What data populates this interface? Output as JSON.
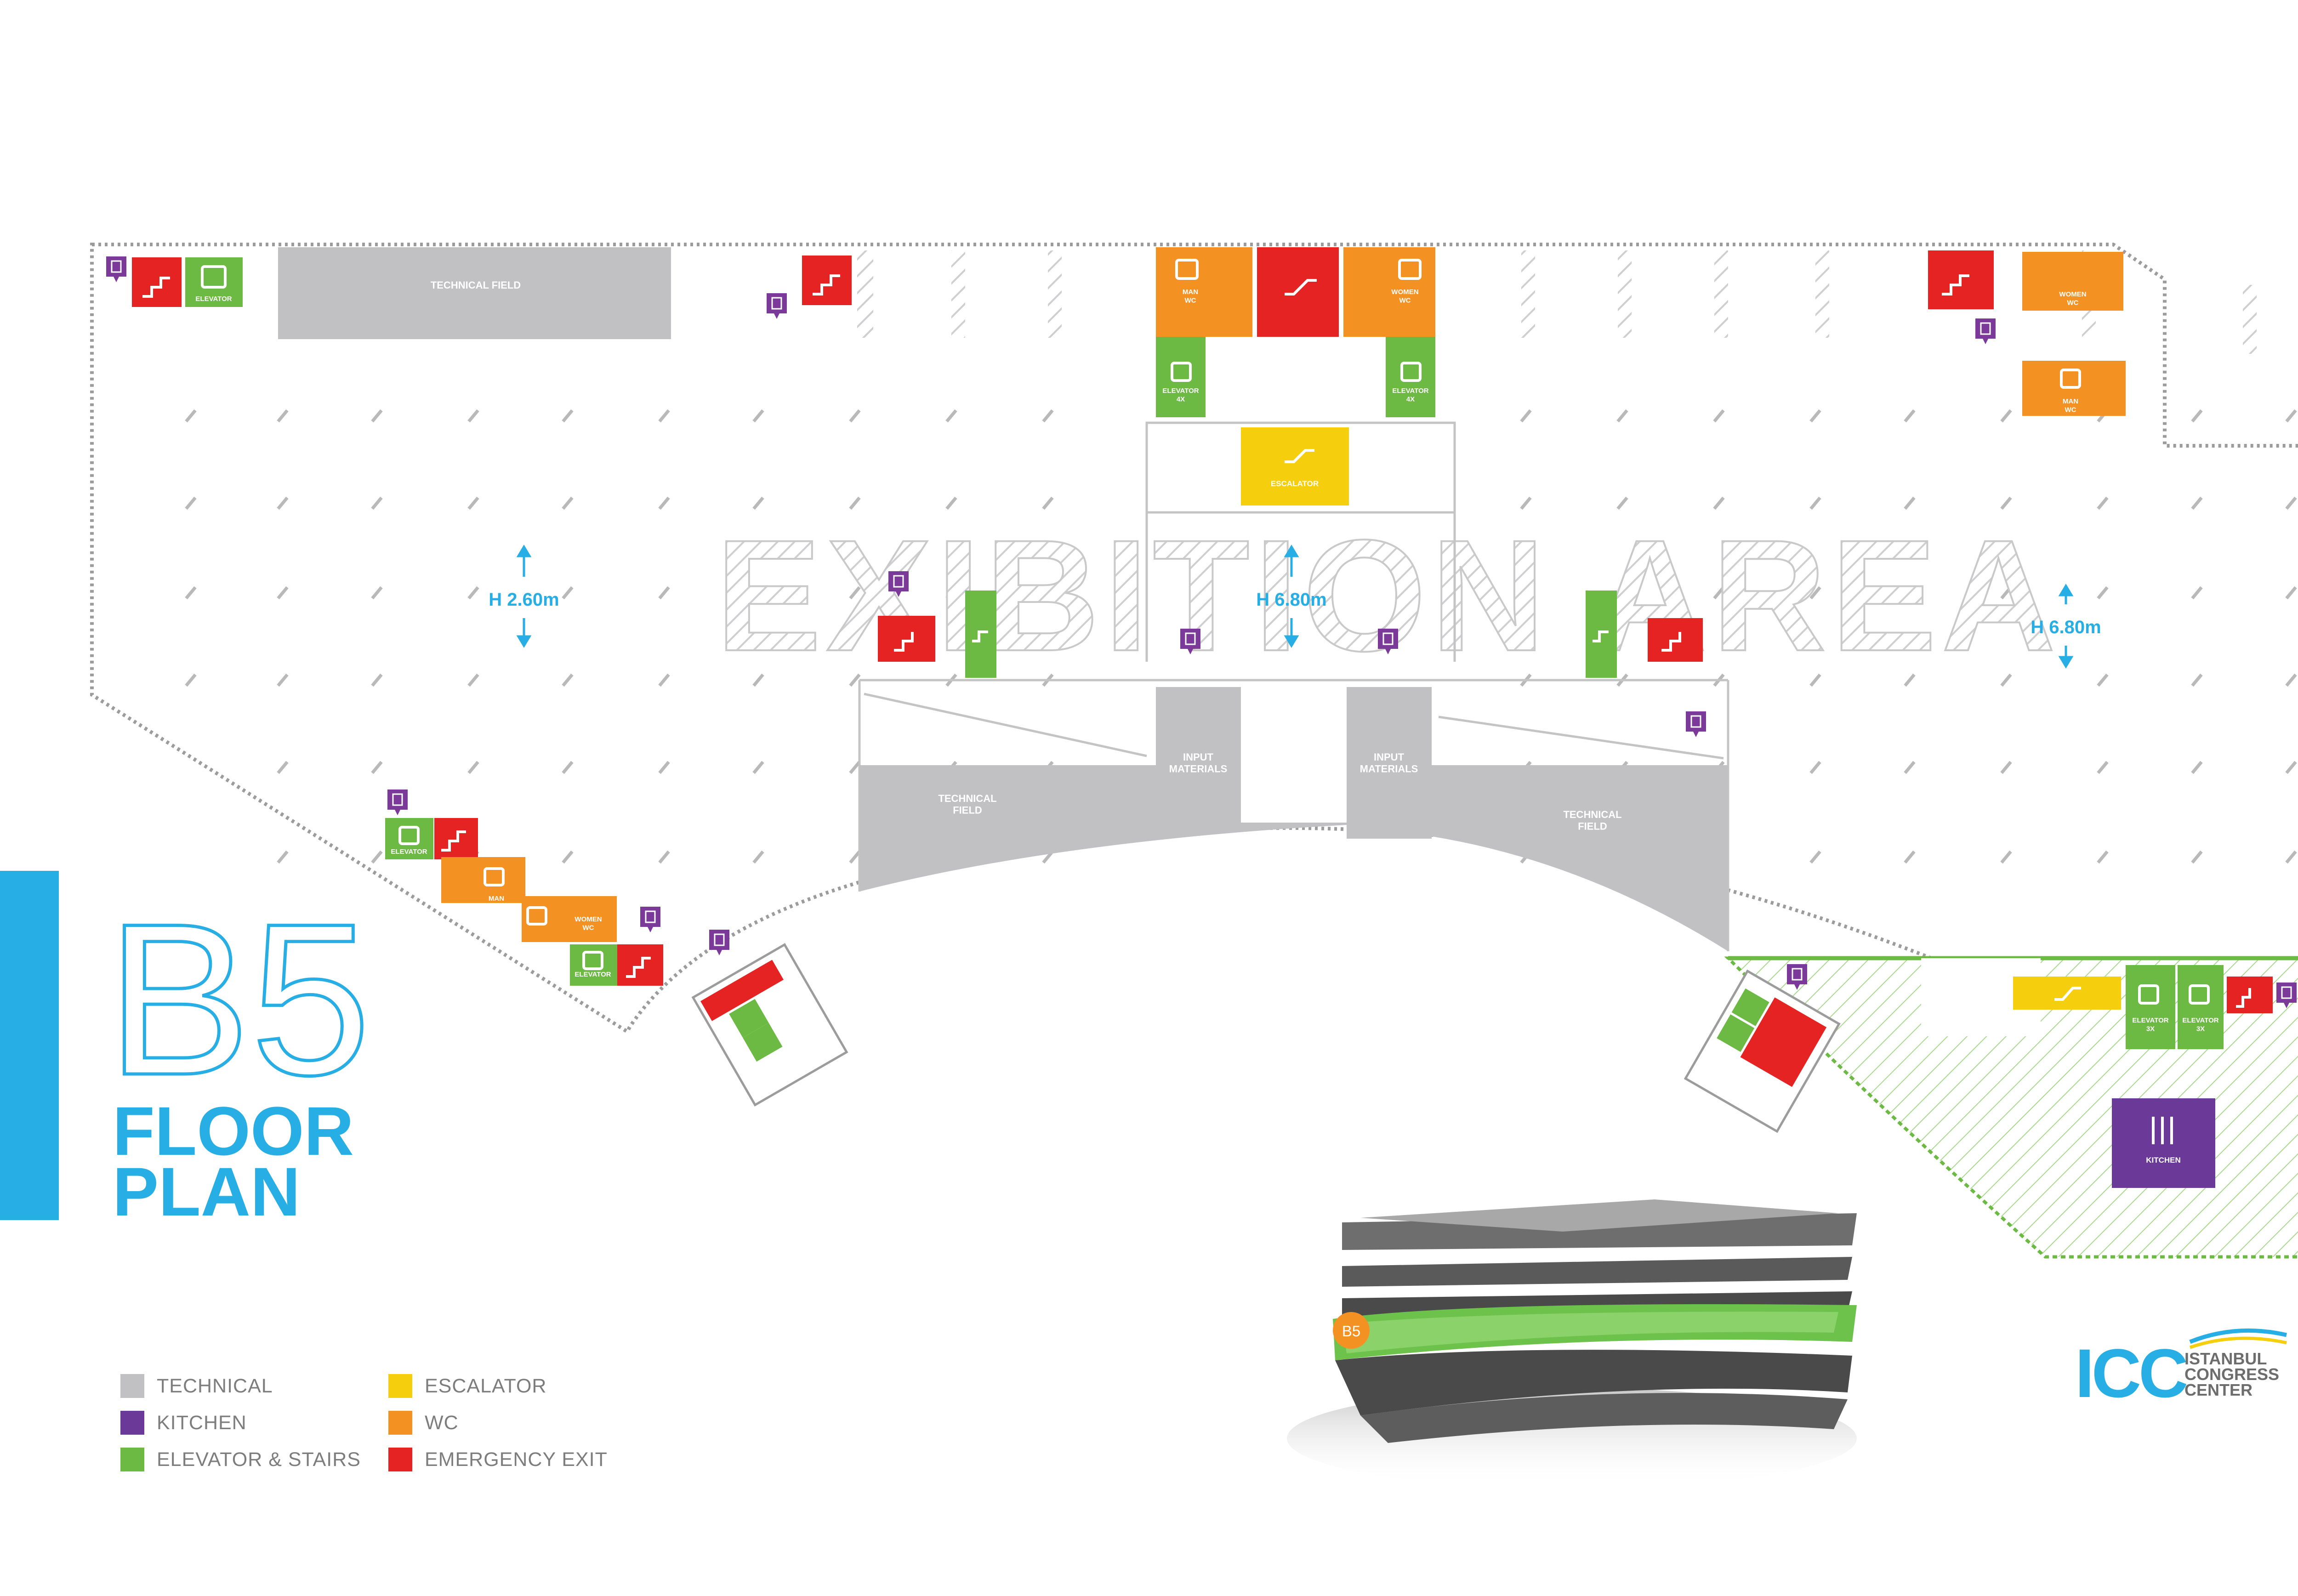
{
  "title": {
    "floor": "B5",
    "subtitle_line1": "FLOOR",
    "subtitle_line2": "PLAN"
  },
  "watermark": "EXIBITION AREA",
  "height_labels": [
    "H 2.60m",
    "H 6.80m",
    "H 6.80m"
  ],
  "areas": {
    "technical_field": "TECHNICAL\nFIELD",
    "input_materials": "INPUT\nMATERIALS",
    "escalator": "ESCALATOR",
    "kitchen": "KITCHEN"
  },
  "room_labels": {
    "elevator": "ELEVATOR",
    "elevator_4x": "ELEVATOR\n4X",
    "elevator_3x": "ELEVATOR\n3X",
    "man_wc": "MAN\nWC",
    "women_wc": "WOMEN\nWC"
  },
  "legend": [
    {
      "label": "TECHNICAL",
      "color": "#c1c1c4"
    },
    {
      "label": "KITCHEN",
      "color": "#6b3a98"
    },
    {
      "label": "ELEVATOR & STAIRS",
      "color": "#6cba44"
    },
    {
      "label": "ESCALATOR",
      "color": "#f5cf0d"
    },
    {
      "label": "WC",
      "color": "#f39223"
    },
    {
      "label": "EMERGENCY EXIT",
      "color": "#e52323"
    }
  ],
  "building_marker": "B5",
  "logo": {
    "name": "ICC",
    "line1": "ISTANBUL",
    "line2": "CONGRESS",
    "line3": "CENTER"
  },
  "colors": {
    "technical": "#c1c1c4",
    "kitchen": "#6b3a98",
    "elevator": "#6cba44",
    "escalator": "#f5cf0d",
    "wc": "#f39223",
    "emergency": "#e52323",
    "info": "#7b3a99",
    "accent": "#27aee4",
    "marker": "#f39223"
  },
  "icons": [
    "emergency-exit-icon",
    "elevator-icon",
    "wc-icon",
    "escalator-icon",
    "stairs-icon",
    "kitchen-icon",
    "info-sign-icon",
    "arrow-up-icon",
    "arrow-down-icon"
  ]
}
